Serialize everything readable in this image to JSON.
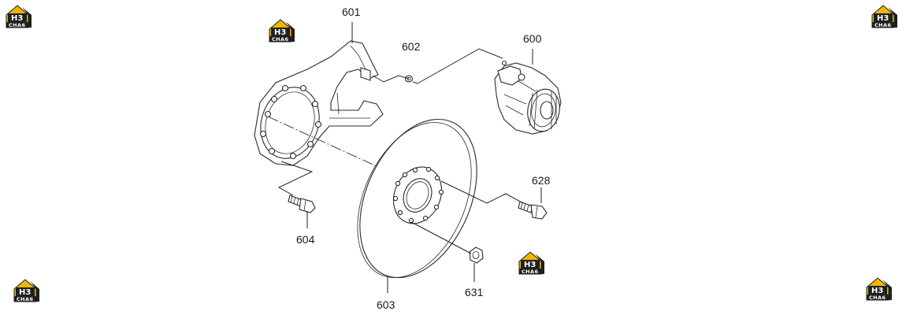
{
  "colors": {
    "logo_yellow": "#f2b400",
    "logo_dark": "#1f1f1f",
    "line": "#2a2a2a"
  },
  "logo": {
    "icon": "house-logo-icon",
    "main": "H3",
    "sub": "CHA6"
  },
  "parts": {
    "p600": "600",
    "p601": "601",
    "p602": "602",
    "p603": "603",
    "p604": "604",
    "p628": "628",
    "p631": "631"
  }
}
